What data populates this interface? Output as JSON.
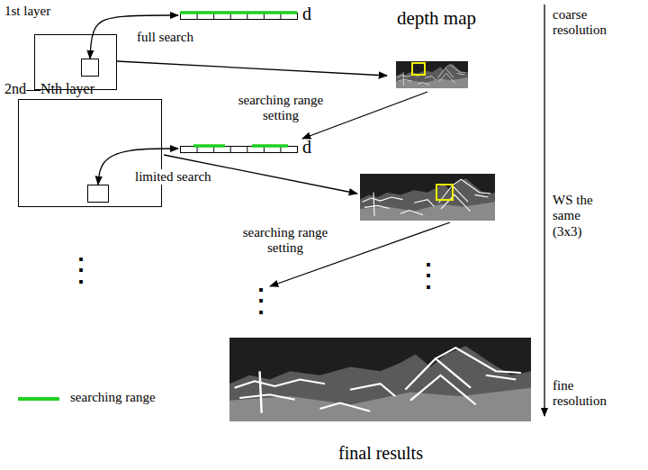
{
  "diagram": {
    "nodes": [
      {
        "text": [
          "1st layer"
        ]
      },
      {
        "text": [
          "d"
        ]
      },
      {
        "text": [
          "depth map"
        ]
      },
      {
        "text": [
          "2nd—Nth layer"
        ]
      },
      {
        "text": [
          "d"
        ]
      },
      {
        "text": [
          "final results"
        ]
      }
    ],
    "edges": [
      {
        "from": 0,
        "to": 1,
        "arrow": "both",
        "label": "full search"
      },
      {
        "from": 0,
        "to": 2,
        "arrow": "to"
      },
      {
        "from": 2,
        "to": 4,
        "arrow": "to",
        "label": "searching range setting"
      },
      {
        "from": 3,
        "to": 4,
        "arrow": "both",
        "label": "limited search"
      }
    ],
    "labels": [
      "coarse resolution",
      "WS the same (3x3)",
      "searching range setting",
      "⋮",
      "⋮",
      "⋮",
      "fine resolution"
    ],
    "legend": [
      {
        "text": "searching range"
      }
    ]
  }
}
